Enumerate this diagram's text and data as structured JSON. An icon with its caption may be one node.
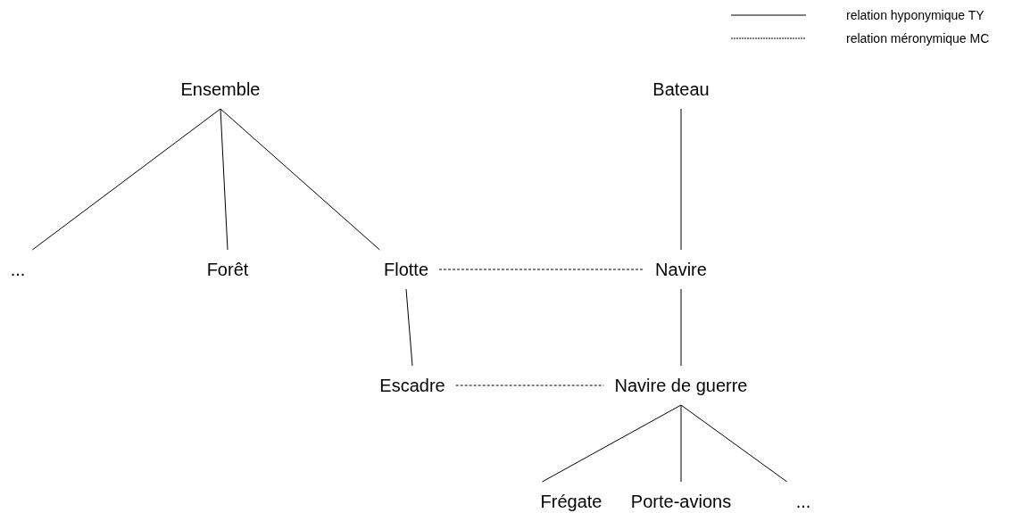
{
  "diagram": {
    "nodes": [
      {
        "text": [
          "Ensemble"
        ]
      },
      {
        "text": [
          "Bateau"
        ]
      },
      {
        "text": [
          "..."
        ]
      },
      {
        "text": [
          "Forêt"
        ]
      },
      {
        "text": [
          "Flotte"
        ]
      },
      {
        "text": [
          "Navire"
        ]
      },
      {
        "text": [
          "Escadre"
        ]
      },
      {
        "text": [
          "Navire de guerre"
        ]
      },
      {
        "text": [
          "Frégate"
        ]
      },
      {
        "text": [
          "Porte-avions"
        ]
      },
      {
        "text": [
          "..."
        ]
      }
    ],
    "edges": [
      {
        "from": 0,
        "to": 2,
        "arrow": "none"
      },
      {
        "from": 0,
        "to": 3,
        "arrow": "none"
      },
      {
        "from": 0,
        "to": 4,
        "arrow": "none"
      },
      {
        "from": 1,
        "to": 5,
        "arrow": "none"
      },
      {
        "from": 4,
        "to": 5,
        "arrow": "none",
        "style": "dashed"
      },
      {
        "from": 4,
        "to": 6,
        "arrow": "none"
      },
      {
        "from": 5,
        "to": 7,
        "arrow": "none"
      },
      {
        "from": 6,
        "to": 7,
        "arrow": "none",
        "style": "dashed"
      },
      {
        "from": 7,
        "to": 8,
        "arrow": "none"
      },
      {
        "from": 7,
        "to": 9,
        "arrow": "none"
      },
      {
        "from": 7,
        "to": 10,
        "arrow": "none"
      }
    ],
    "legend": [
      {
        "text": "relation hyponymique TY"
      },
      {
        "text": "relation méronymique MC"
      }
    ]
  }
}
